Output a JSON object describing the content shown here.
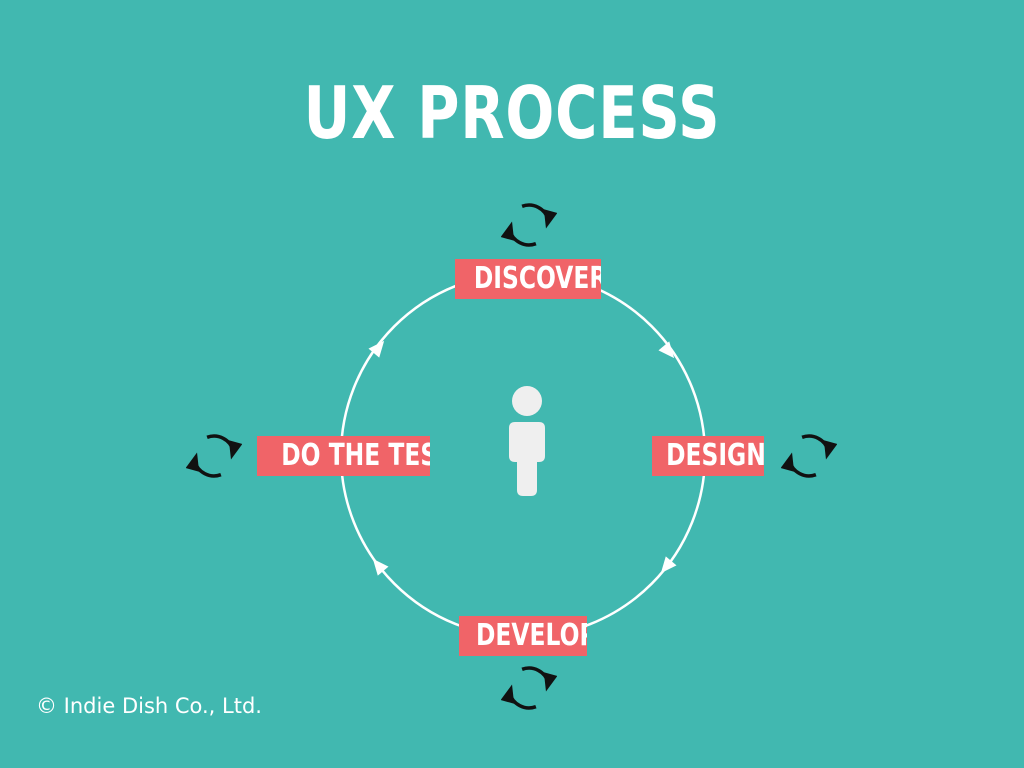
{
  "title": "UX PROCESS",
  "stages": {
    "discover": "DISCOVER",
    "design": "DESIGN",
    "develop": "DEVELOP",
    "test": "DO THE TEST"
  },
  "icons": {
    "cycle": "refresh-cycle-icon",
    "center": "person-icon"
  },
  "colors": {
    "background": "#41b8b0",
    "label": "#f06468",
    "text": "#ffffff",
    "icon": "#111111"
  },
  "footer": "© Indie Dish Co., Ltd."
}
